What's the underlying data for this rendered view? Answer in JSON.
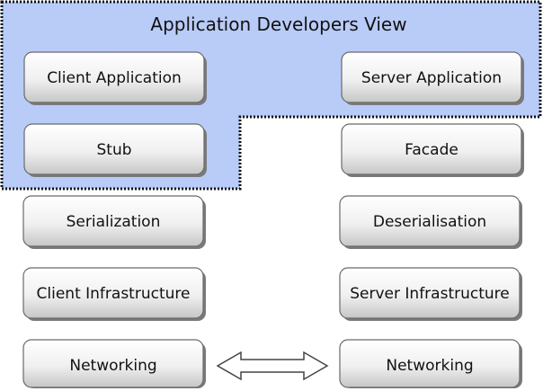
{
  "diagram": {
    "region_title": "Application Developers View",
    "client_column": [
      "Client Application",
      "Stub",
      "Serialization",
      "Client Infrastructure",
      "Networking"
    ],
    "server_column": [
      "Server Application",
      "Facade",
      "Deserialisation",
      "Server Infrastructure",
      "Networking"
    ],
    "connector": "bidirectional-arrow",
    "colors": {
      "region_fill": "#b9ccf8",
      "region_border": "#111111",
      "box_gradient_top": "#ffffff",
      "box_gradient_bottom": "#c8c8c8",
      "box_border": "#6a6a6a",
      "text": "#111111"
    }
  }
}
